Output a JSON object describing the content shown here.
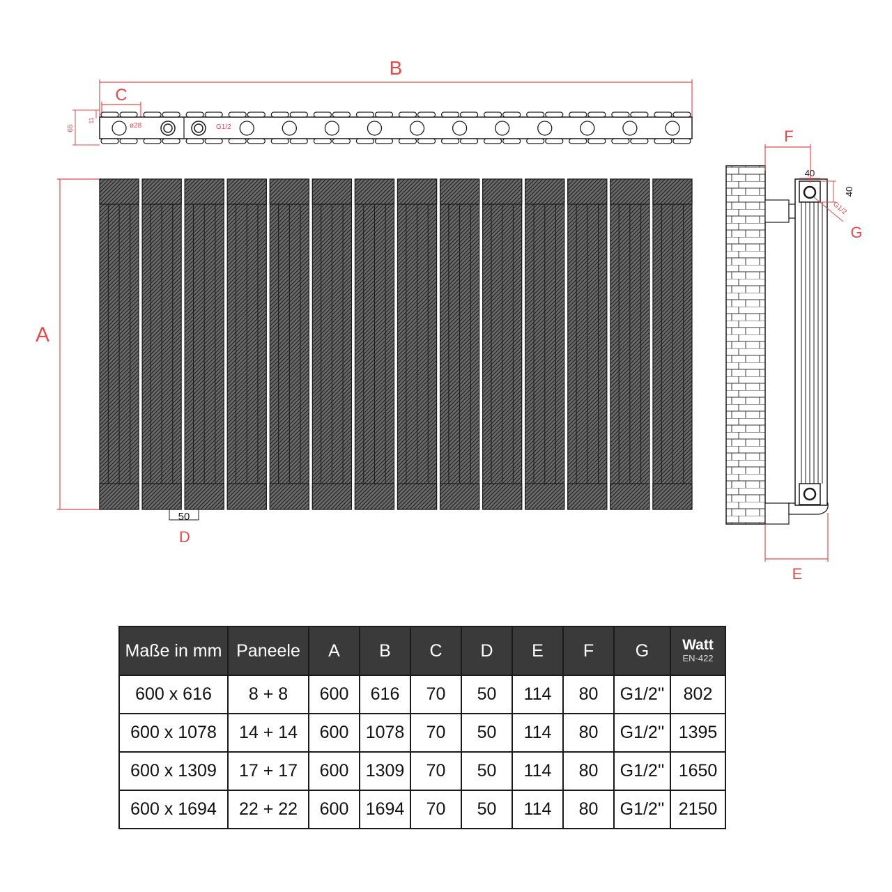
{
  "drawing": {
    "label_a": "A",
    "label_b": "B",
    "label_c": "C",
    "label_d": "D",
    "label_e": "E",
    "label_f": "F",
    "label_g": "G",
    "dim_65": "65",
    "dim_11": "11",
    "dim_50": "50",
    "dim_40_top": "40",
    "dim_40_side": "40",
    "pipe_dia": "ø28",
    "thread_top": "G1/2",
    "thread_side": "G1/2",
    "panel_count": 14,
    "colors": {
      "dimension": "#e8474b",
      "line": "#1a1a1a",
      "hatch": "#2b2b2b"
    }
  },
  "table": {
    "headers": [
      "Maße in mm",
      "Paneele",
      "A",
      "B",
      "C",
      "D",
      "E",
      "F",
      "G"
    ],
    "watt_header": "Watt",
    "watt_sub": "EN-422",
    "rows": [
      [
        "600 x 616",
        "8 + 8",
        "600",
        "616",
        "70",
        "50",
        "114",
        "80",
        "G1/2''",
        "802"
      ],
      [
        "600 x 1078",
        "14 + 14",
        "600",
        "1078",
        "70",
        "50",
        "114",
        "80",
        "G1/2''",
        "1395"
      ],
      [
        "600 x 1309",
        "17 + 17",
        "600",
        "1309",
        "70",
        "50",
        "114",
        "80",
        "G1/2''",
        "1650"
      ],
      [
        "600 x 1694",
        "22 + 22",
        "600",
        "1694",
        "70",
        "50",
        "114",
        "80",
        "G1/2''",
        "2150"
      ]
    ]
  }
}
